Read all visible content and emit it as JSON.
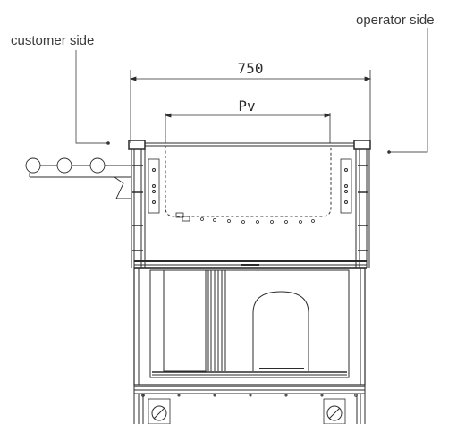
{
  "labels": {
    "customer_side": "customer side",
    "operator_side": "operator side"
  },
  "dimensions": {
    "overall_width": "750",
    "pv": "Pv"
  },
  "colors": {
    "line": "#2b2b2b",
    "leader": "#555555",
    "dashed": "#333333"
  }
}
